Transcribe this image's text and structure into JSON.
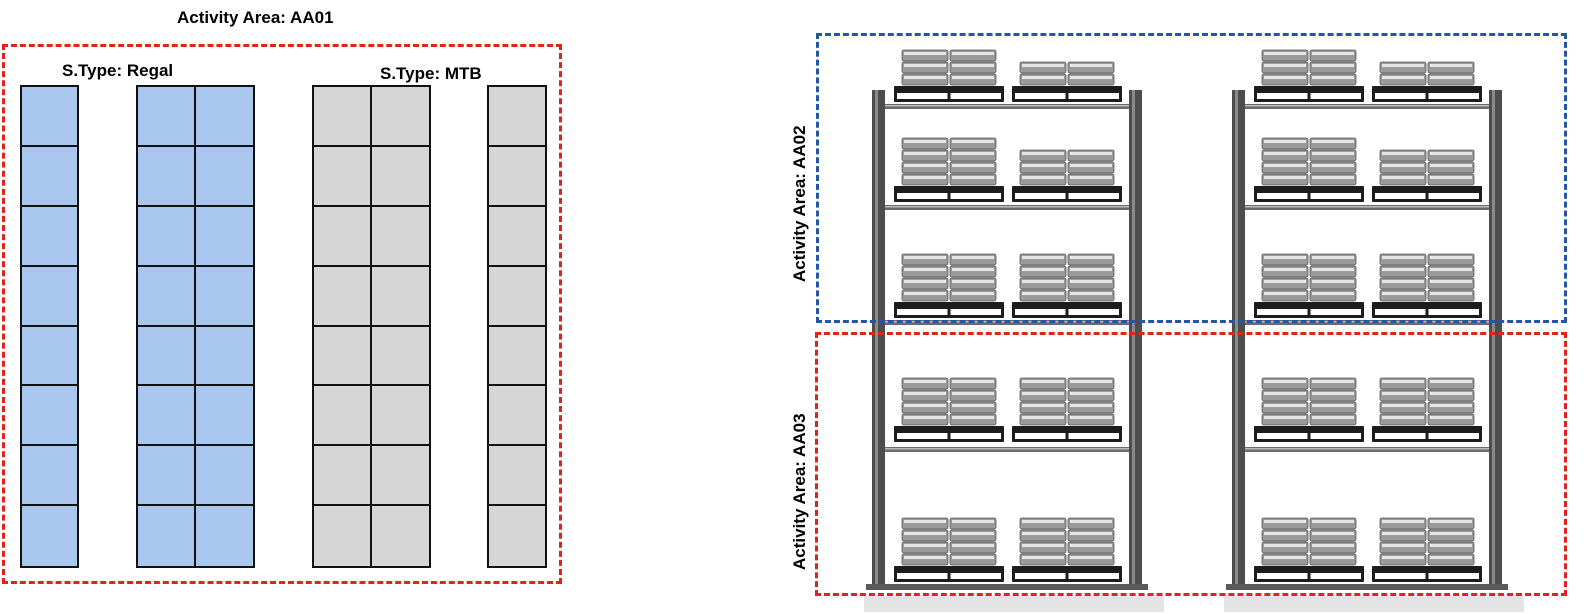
{
  "left_panel": {
    "title": "Activity Area:  AA01",
    "storage_types": [
      {
        "label": "S.Type: Regal",
        "color": "#a9c6ee"
      },
      {
        "label": "S.Type: MTB",
        "color": "#d6d6d6"
      }
    ],
    "border_color": "#e3231b"
  },
  "right_panel": {
    "areas": [
      {
        "label": "Activity Area:  AA02",
        "border_color": "#2456a6"
      },
      {
        "label": "Activity Area:  AA03",
        "border_color": "#e3231b"
      }
    ]
  }
}
